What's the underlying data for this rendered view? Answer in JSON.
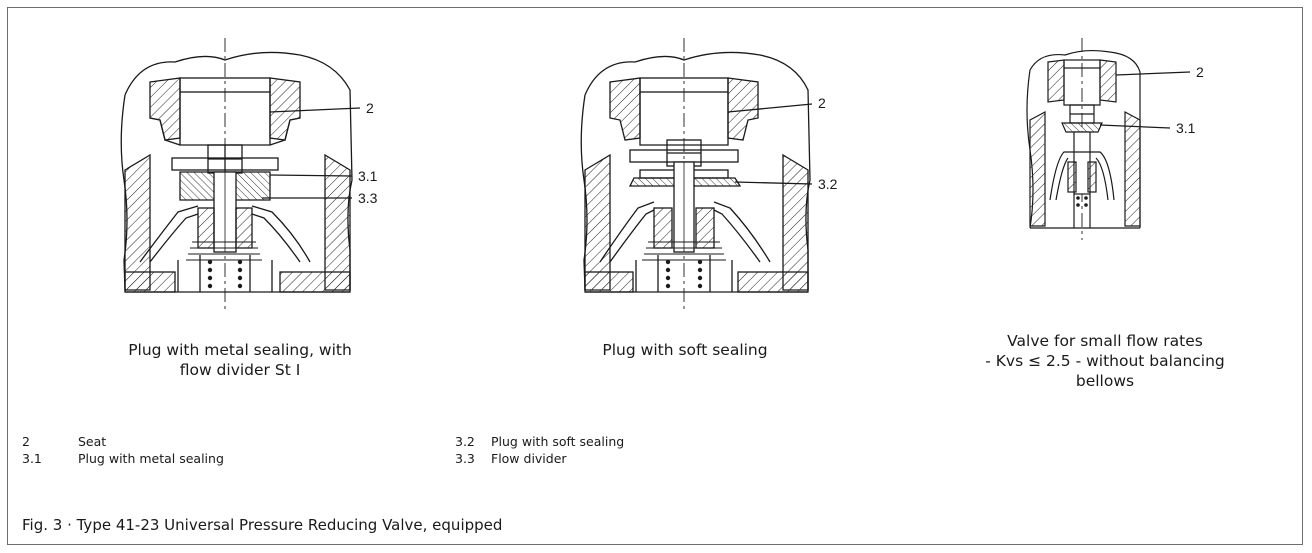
{
  "figure_title": "Fig. 3 · Type 41-23 Universal Pressure Reducing Valve, equipped",
  "drawings": [
    {
      "caption_lines": [
        "Plug with metal sealing, with",
        "flow divider St I"
      ],
      "callouts": [
        "2",
        "3.1",
        "3.3"
      ]
    },
    {
      "caption_lines": [
        "Plug with soft sealing"
      ],
      "callouts": [
        "2",
        "3.2"
      ]
    },
    {
      "caption_lines": [
        "Valve for small flow rates",
        "- Kvs ≤ 2.5 - without balancing",
        "bellows"
      ],
      "callouts": [
        "2",
        "3.1"
      ]
    }
  ],
  "legend": [
    [
      {
        "num": "2",
        "text": "Seat"
      },
      {
        "num": "3.1",
        "text": "Plug with metal sealing"
      }
    ],
    [
      {
        "num": "3.2",
        "text": "Plug with soft sealing"
      },
      {
        "num": "3.3",
        "text": "Flow divider"
      }
    ]
  ]
}
